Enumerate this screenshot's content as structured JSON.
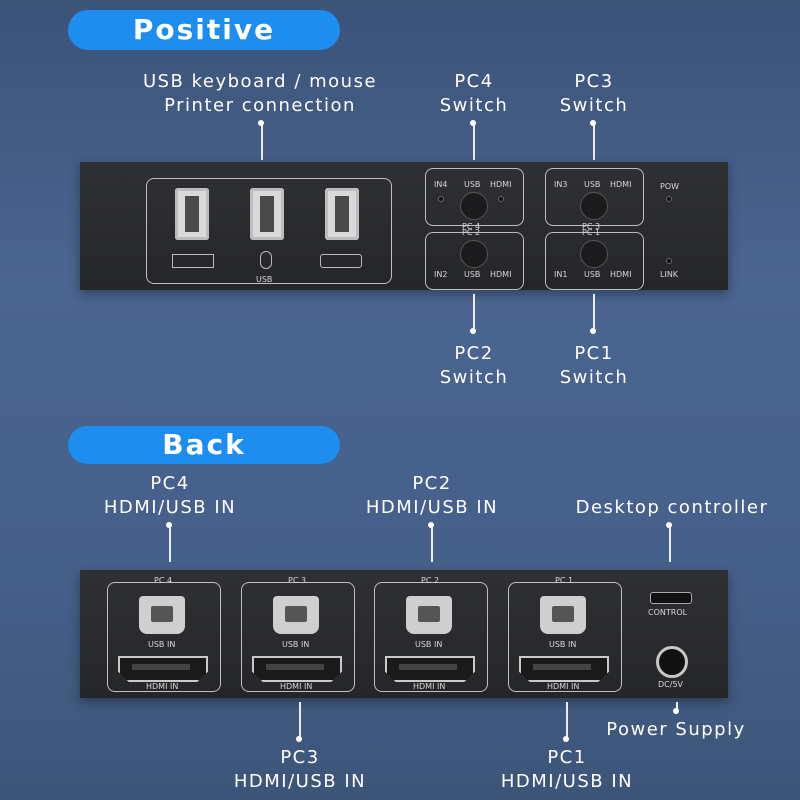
{
  "sections": {
    "front_title": "Positive",
    "back_title": "Back"
  },
  "front_callouts": {
    "usb": [
      "USB keyboard / mouse",
      "Printer connection"
    ],
    "pc4": [
      "PC4",
      "Switch"
    ],
    "pc3": [
      "PC3",
      "Switch"
    ],
    "pc2": [
      "PC2",
      "Switch"
    ],
    "pc1": [
      "PC1",
      "Switch"
    ]
  },
  "front_panel": {
    "usb_label": "USB",
    "pc4": {
      "name": "PC 4",
      "in": "IN4",
      "usb": "USB",
      "hdmi": "HDMI"
    },
    "pc3": {
      "name": "PC 3",
      "in": "IN3",
      "usb": "USB",
      "hdmi": "HDMI"
    },
    "pc2": {
      "name": "PC 2",
      "in": "IN2",
      "usb": "USB",
      "hdmi": "HDMI"
    },
    "pc1": {
      "name": "PC 1",
      "in": "IN1",
      "usb": "USB",
      "hdmi": "HDMI"
    },
    "pow": "POW",
    "link": "LINK"
  },
  "back_callouts": {
    "pc4": [
      "PC4",
      "HDMI/USB IN"
    ],
    "pc2": [
      "PC2",
      "HDMI/USB IN"
    ],
    "desktop": [
      "Desktop controller"
    ],
    "pc3": [
      "PC3",
      "HDMI/USB IN"
    ],
    "pc1": [
      "PC1",
      "HDMI/USB IN"
    ],
    "power": [
      "Power Supply"
    ]
  },
  "back_panel": {
    "ports": [
      {
        "name": "PC 4",
        "usb": "USB IN",
        "hdmi": "HDMI IN"
      },
      {
        "name": "PC 3",
        "usb": "USB IN",
        "hdmi": "HDMI IN"
      },
      {
        "name": "PC 2",
        "usb": "USB IN",
        "hdmi": "HDMI IN"
      },
      {
        "name": "PC 1",
        "usb": "USB IN",
        "hdmi": "HDMI IN"
      }
    ],
    "control": "CONTROL",
    "dc": "DC/5V"
  }
}
